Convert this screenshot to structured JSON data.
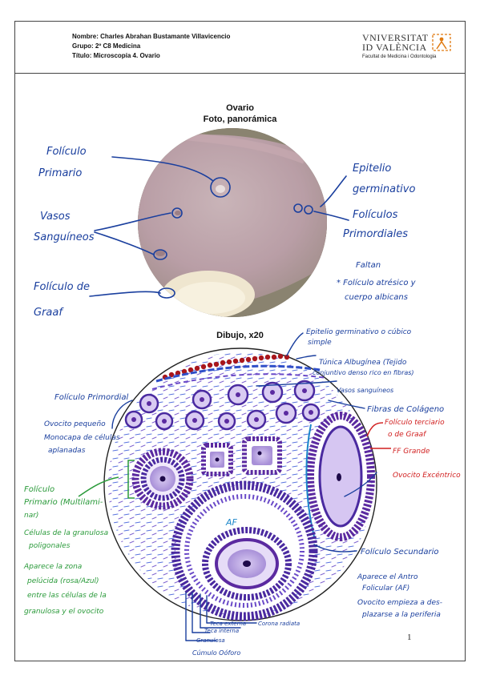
{
  "header": {
    "nombre": "Nombre: Charles Abrahan Bustamante Villavicencio",
    "grupo": "Grupo: 2º C8 Medicina",
    "titulo": "Título: Microscopía 4. Ovario"
  },
  "logo": {
    "university_line1": "VNIVERSITAT",
    "university_line2": "ID VALÈNCIA",
    "faculty": "Facultat de Medicina i Odontologia"
  },
  "section1": {
    "title": "Ovario",
    "subtitle": "Foto, panorámica"
  },
  "section2": {
    "title": "Dibujo, x20"
  },
  "photo_labels": {
    "primario": [
      "Folículo",
      "Primario"
    ],
    "vasos": [
      "Vasos",
      "Sanguíneos"
    ],
    "graaf": [
      "Folículo de",
      "Graaf"
    ],
    "epitelio": [
      "Epitelio",
      "germinativo"
    ],
    "primordiales": [
      "Folículos",
      "Primordiales"
    ],
    "faltan": [
      "Faltan",
      "* Folículo atrésico y",
      "cuerpo albicans"
    ]
  },
  "drawing_labels": {
    "epitelio": [
      "Epitelio germinativo o cúbico",
      "simple"
    ],
    "tunica": [
      "Túnica Albugínea (Tejido",
      "conjuntivo denso rico en fibras)"
    ],
    "vasos": "Vasos sanguíneos",
    "fibras": "Fibras de Colágeno",
    "primordial": "Folículo Primordial",
    "ovocito_pequeno": [
      "Ovocito pequeño",
      "Monocapa de células",
      "aplanadas"
    ],
    "terciario": [
      "Folículo terciario",
      "o de Graaf"
    ],
    "terciario_notes": [
      "FF Grande",
      "Ovocito Excéntrico"
    ],
    "multilaminar": [
      "Folículo",
      "Primario (Multilami-",
      "nar)",
      "Células de la granulosa",
      "poligonales",
      "Aparece la zona",
      "pelúcida (rosa/Azul)",
      "entre las células de la",
      "granulosa y el ovocito"
    ],
    "af": "AF",
    "secundario": "Folículo Secundario",
    "secundario_notes": [
      "Aparece el Antro",
      "Folicular (AF)",
      "Ovocito empieza a des-",
      "plazarse a la periferia"
    ],
    "layers": [
      "Teca externa",
      "Teca interna",
      "Granulosa",
      "Cúmulo Oóforo"
    ],
    "corona": "Corona radiata"
  },
  "page_number": "1",
  "colors": {
    "ink_blue": "#1a3f9e",
    "ink_red": "#d11f1f",
    "ink_green": "#2a9a3a",
    "tissue_purple": "#5b2aa0"
  }
}
